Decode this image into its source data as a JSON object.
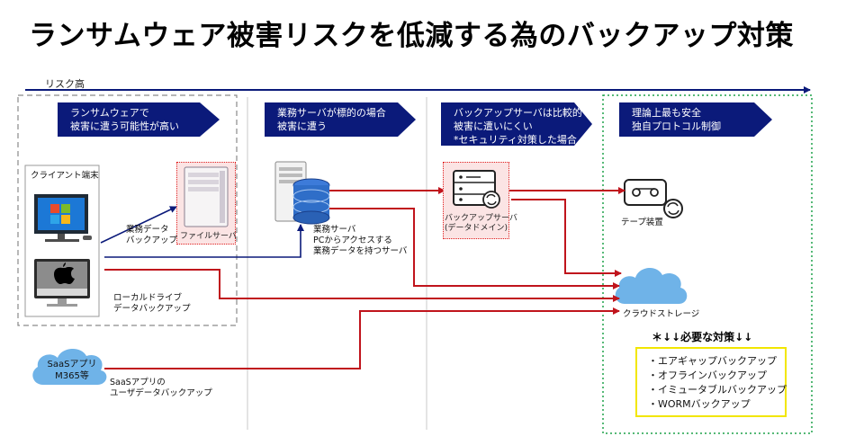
{
  "title": "ランサムウェア被害リスクを低減する為のバックアップ対策",
  "risk_label": "リスク高",
  "columns": [
    {
      "lines": [
        "ランサムウェアで",
        "被害に遭う可能性が高い"
      ]
    },
    {
      "lines": [
        "業務サーバが標的の場合",
        "被害に遭う"
      ]
    },
    {
      "lines": [
        "バックアップサーバは比較的",
        "被害に遭いにくい",
        "*セキュリティ対策した場合"
      ]
    },
    {
      "lines": [
        "理論上最も安全",
        "独自プロトコル制御"
      ]
    }
  ],
  "nodes": {
    "client_label": "クライアント端末",
    "file_server": "ファイルサーバ",
    "business_data_backup": [
      "業務データ",
      "バックアップ"
    ],
    "business_server": [
      "業務サーバ",
      "PCからアクセスする",
      "業務データを持つサーバ"
    ],
    "backup_server": [
      "バックアップサーバ",
      "(データドメイン)"
    ],
    "tape": "テープ装置",
    "cloud_storage": "クラウドストレージ",
    "local_drive": [
      "ローカルドライブ",
      "データバックアップ"
    ],
    "saas_cloud": [
      "SaaSアプリ",
      "M365等"
    ],
    "saas_backup": [
      "SaaSアプリの",
      "ユーザデータバックアップ"
    ]
  },
  "needs": {
    "title": "＊↓↓必要な対策↓↓",
    "items": [
      "・エアギャップバックアップ",
      "・オフラインバックアップ",
      "・イミュータブルバックアップ",
      "・WORMバックアップ"
    ]
  },
  "colors": {
    "navy": "#0b1a7a",
    "red": "#c0141c",
    "green": "#1fa24a",
    "cloud": "#6fb3e8",
    "highlight": "#f2e600"
  }
}
